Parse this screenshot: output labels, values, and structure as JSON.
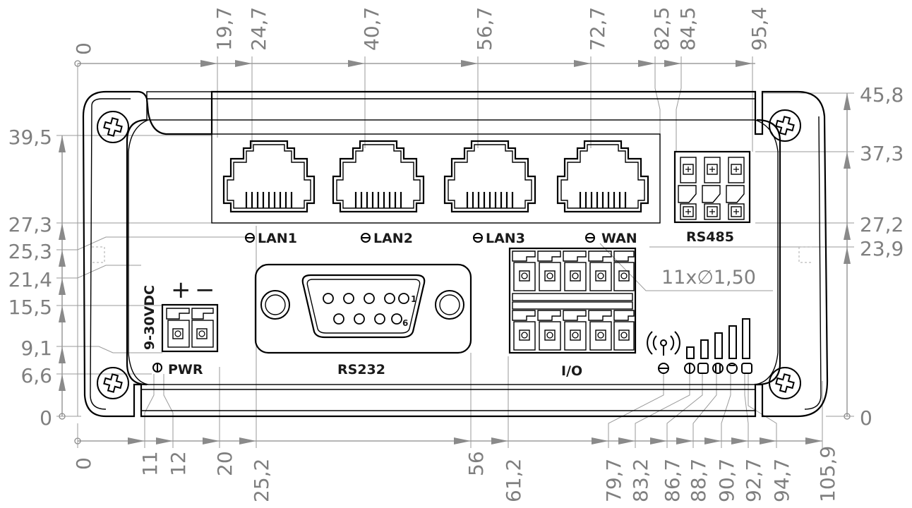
{
  "top_dims": {
    "d0": "0",
    "d1": "19,7",
    "d2": "24,7",
    "d3": "40,7",
    "d4": "56,7",
    "d5": "72,7",
    "d6": "82,5",
    "d7": "84,5",
    "d8": "95,4"
  },
  "bottom_dims": {
    "d0": "0",
    "d1": "11",
    "d2": "12",
    "d3": "20",
    "d4": "25,2",
    "d5": "56",
    "d6": "61,2",
    "d7": "79,7",
    "d8": "83,2",
    "d9": "86,7",
    "d10": "88,7",
    "d11": "90,7",
    "d12": "92,7",
    "d13": "94,7",
    "d14": "105,9"
  },
  "left_dims": {
    "d0": "39,5",
    "d1": "27,3",
    "d2": "25,3",
    "d3": "21,4",
    "d4": "15,5",
    "d5": "9,1",
    "d6": "6,6",
    "d7": "0"
  },
  "right_dims": {
    "d0": "45,8",
    "d1": "37,3",
    "d2": "27,2",
    "d3": "23,9",
    "d4": "0"
  },
  "hole_note": "11x∅1,50",
  "labels": {
    "lan1": "LAN1",
    "lan2": "LAN2",
    "lan3": "LAN3",
    "wan": "WAN",
    "rs485": "RS485",
    "rs232": "RS232",
    "io": "I/O",
    "pwr": "PWR",
    "voltage": "9-30VDC",
    "plus": "+",
    "minus": "−",
    "db9_pin1": "1",
    "db9_pin6": "6"
  },
  "colors": {
    "dimension": "#8a8a8a",
    "outline": "#000000"
  }
}
